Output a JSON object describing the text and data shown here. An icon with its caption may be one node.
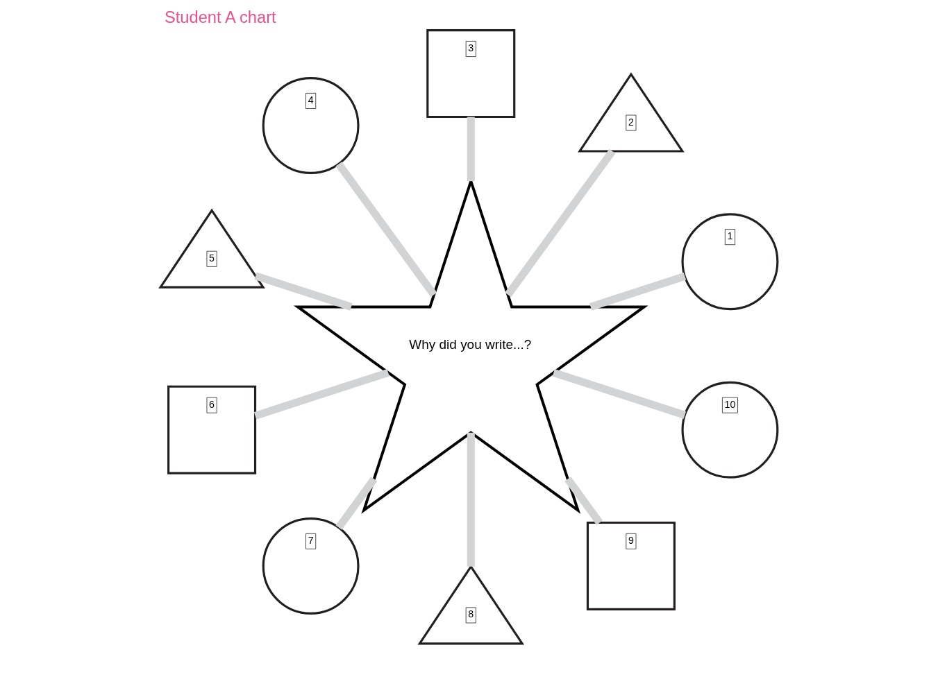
{
  "diagram": {
    "title": "Student A chart",
    "nodes": [
      {
        "text": [
          "Why did you write...?"
        ]
      },
      {
        "text": [
          "1"
        ]
      },
      {
        "text": [
          "2"
        ]
      },
      {
        "text": [
          "3"
        ]
      },
      {
        "text": [
          "4"
        ]
      },
      {
        "text": [
          "5"
        ]
      },
      {
        "text": [
          "6"
        ]
      },
      {
        "text": [
          "7"
        ]
      },
      {
        "text": [
          "8"
        ]
      },
      {
        "text": [
          "9"
        ]
      },
      {
        "text": [
          "10"
        ]
      }
    ],
    "edges": [
      {
        "from": 0,
        "to": 1,
        "arrow": "none"
      },
      {
        "from": 0,
        "to": 2,
        "arrow": "none"
      },
      {
        "from": 0,
        "to": 3,
        "arrow": "none"
      },
      {
        "from": 0,
        "to": 4,
        "arrow": "none"
      },
      {
        "from": 0,
        "to": 5,
        "arrow": "none"
      },
      {
        "from": 0,
        "to": 6,
        "arrow": "none"
      },
      {
        "from": 0,
        "to": 7,
        "arrow": "none"
      },
      {
        "from": 0,
        "to": 8,
        "arrow": "none"
      },
      {
        "from": 0,
        "to": 9,
        "arrow": "none"
      },
      {
        "from": 0,
        "to": 10,
        "arrow": "none"
      }
    ]
  }
}
